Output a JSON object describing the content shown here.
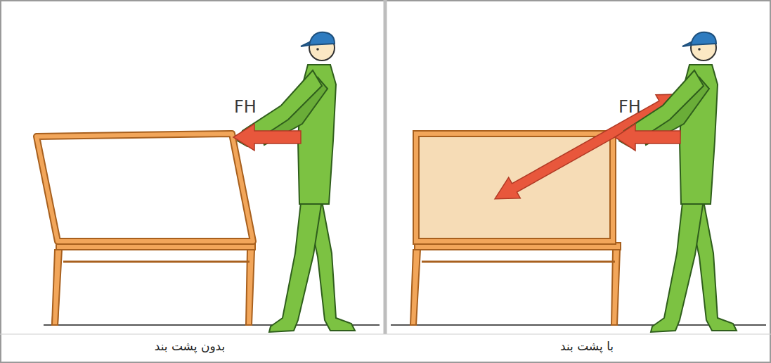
{
  "diagram": {
    "labels": [
      "FH",
      "FH",
      "بدون پشت بند",
      "با پشت بند"
    ]
  }
}
